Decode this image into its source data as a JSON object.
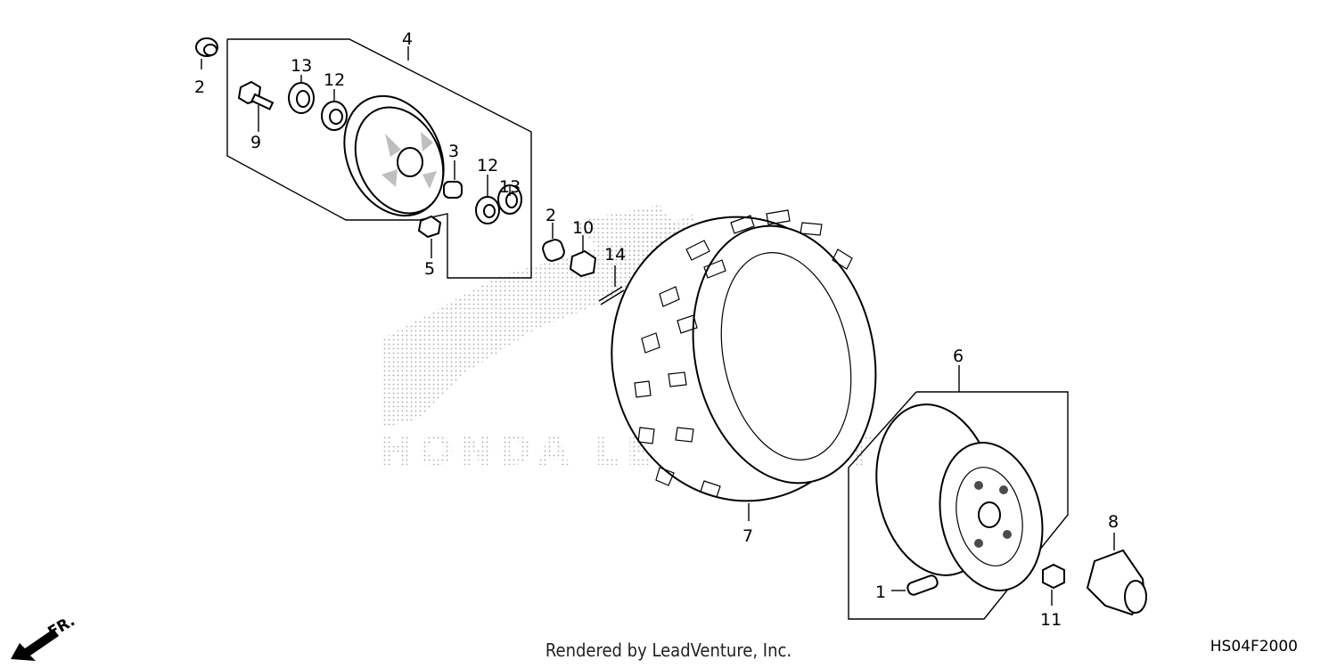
{
  "callouts": {
    "c1": "1",
    "c2a": "2",
    "c2b": "2",
    "c3": "3",
    "c4": "4",
    "c5": "5",
    "c6": "6",
    "c7": "7",
    "c8": "8",
    "c9": "9",
    "c10": "10",
    "c11": "11",
    "c12a": "12",
    "c12b": "12",
    "c13a": "13",
    "c13b": "13",
    "c14": "14"
  },
  "watermark": "HONDA LEADVENTURE",
  "front_label": "FR.",
  "footer_text": "Rendered by LeadVenture, Inc.",
  "diagram_code": "HS04F2000"
}
